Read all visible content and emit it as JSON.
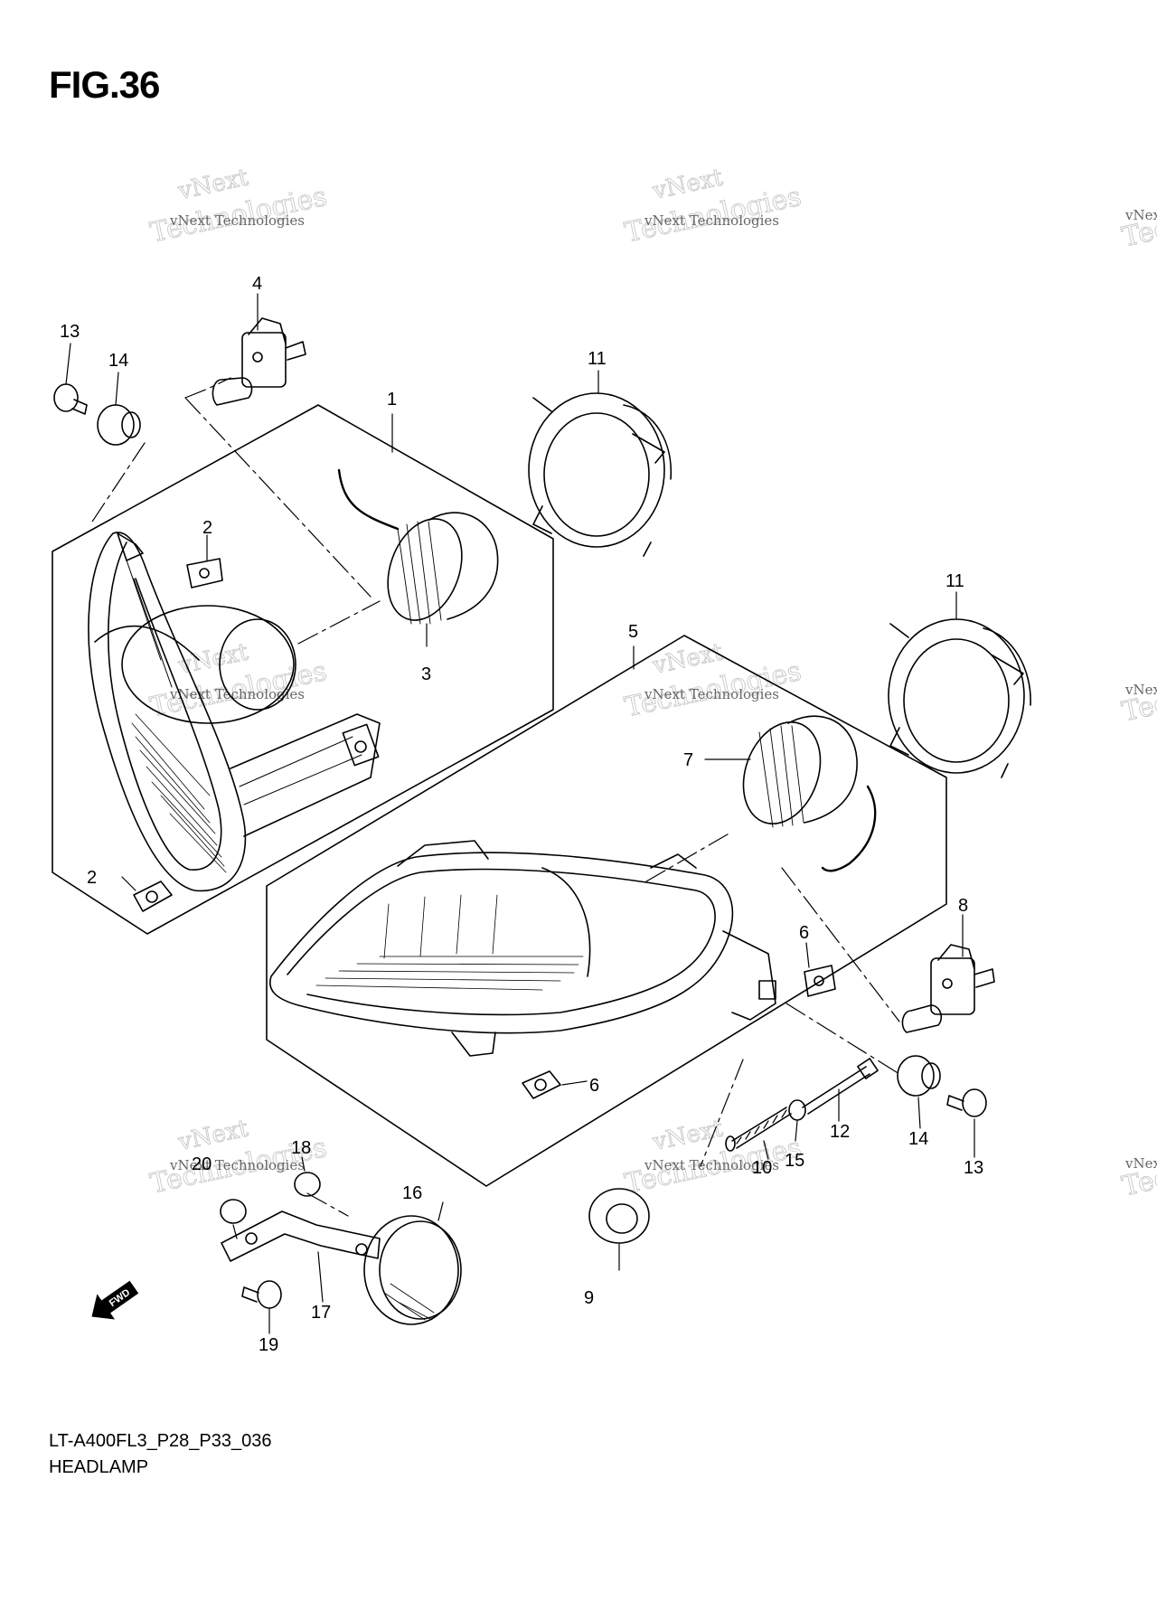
{
  "figure": {
    "title": "FIG.36",
    "code": "LT-A400FL3_P28_P33_036",
    "name": "HEADLAMP"
  },
  "watermark": {
    "line_small": "vNext Technologies",
    "line_word1": "vNext",
    "line_word2": "Technologies"
  },
  "fwd_label": "FWD",
  "callouts": {
    "c1": "1",
    "c2a": "2",
    "c2b": "2",
    "c3": "3",
    "c4": "4",
    "c5": "5",
    "c6a": "6",
    "c6b": "6",
    "c7": "7",
    "c8": "8",
    "c9": "9",
    "c10": "10",
    "c11a": "11",
    "c11b": "11",
    "c12": "12",
    "c13a": "13",
    "c13b": "13",
    "c14a": "14",
    "c14b": "14",
    "c15": "15",
    "c16": "16",
    "c17": "17",
    "c18": "18",
    "c19": "19",
    "c20": "20"
  },
  "colors": {
    "line": "#000000",
    "watermark": "#c8c8c8",
    "background": "#ffffff"
  }
}
